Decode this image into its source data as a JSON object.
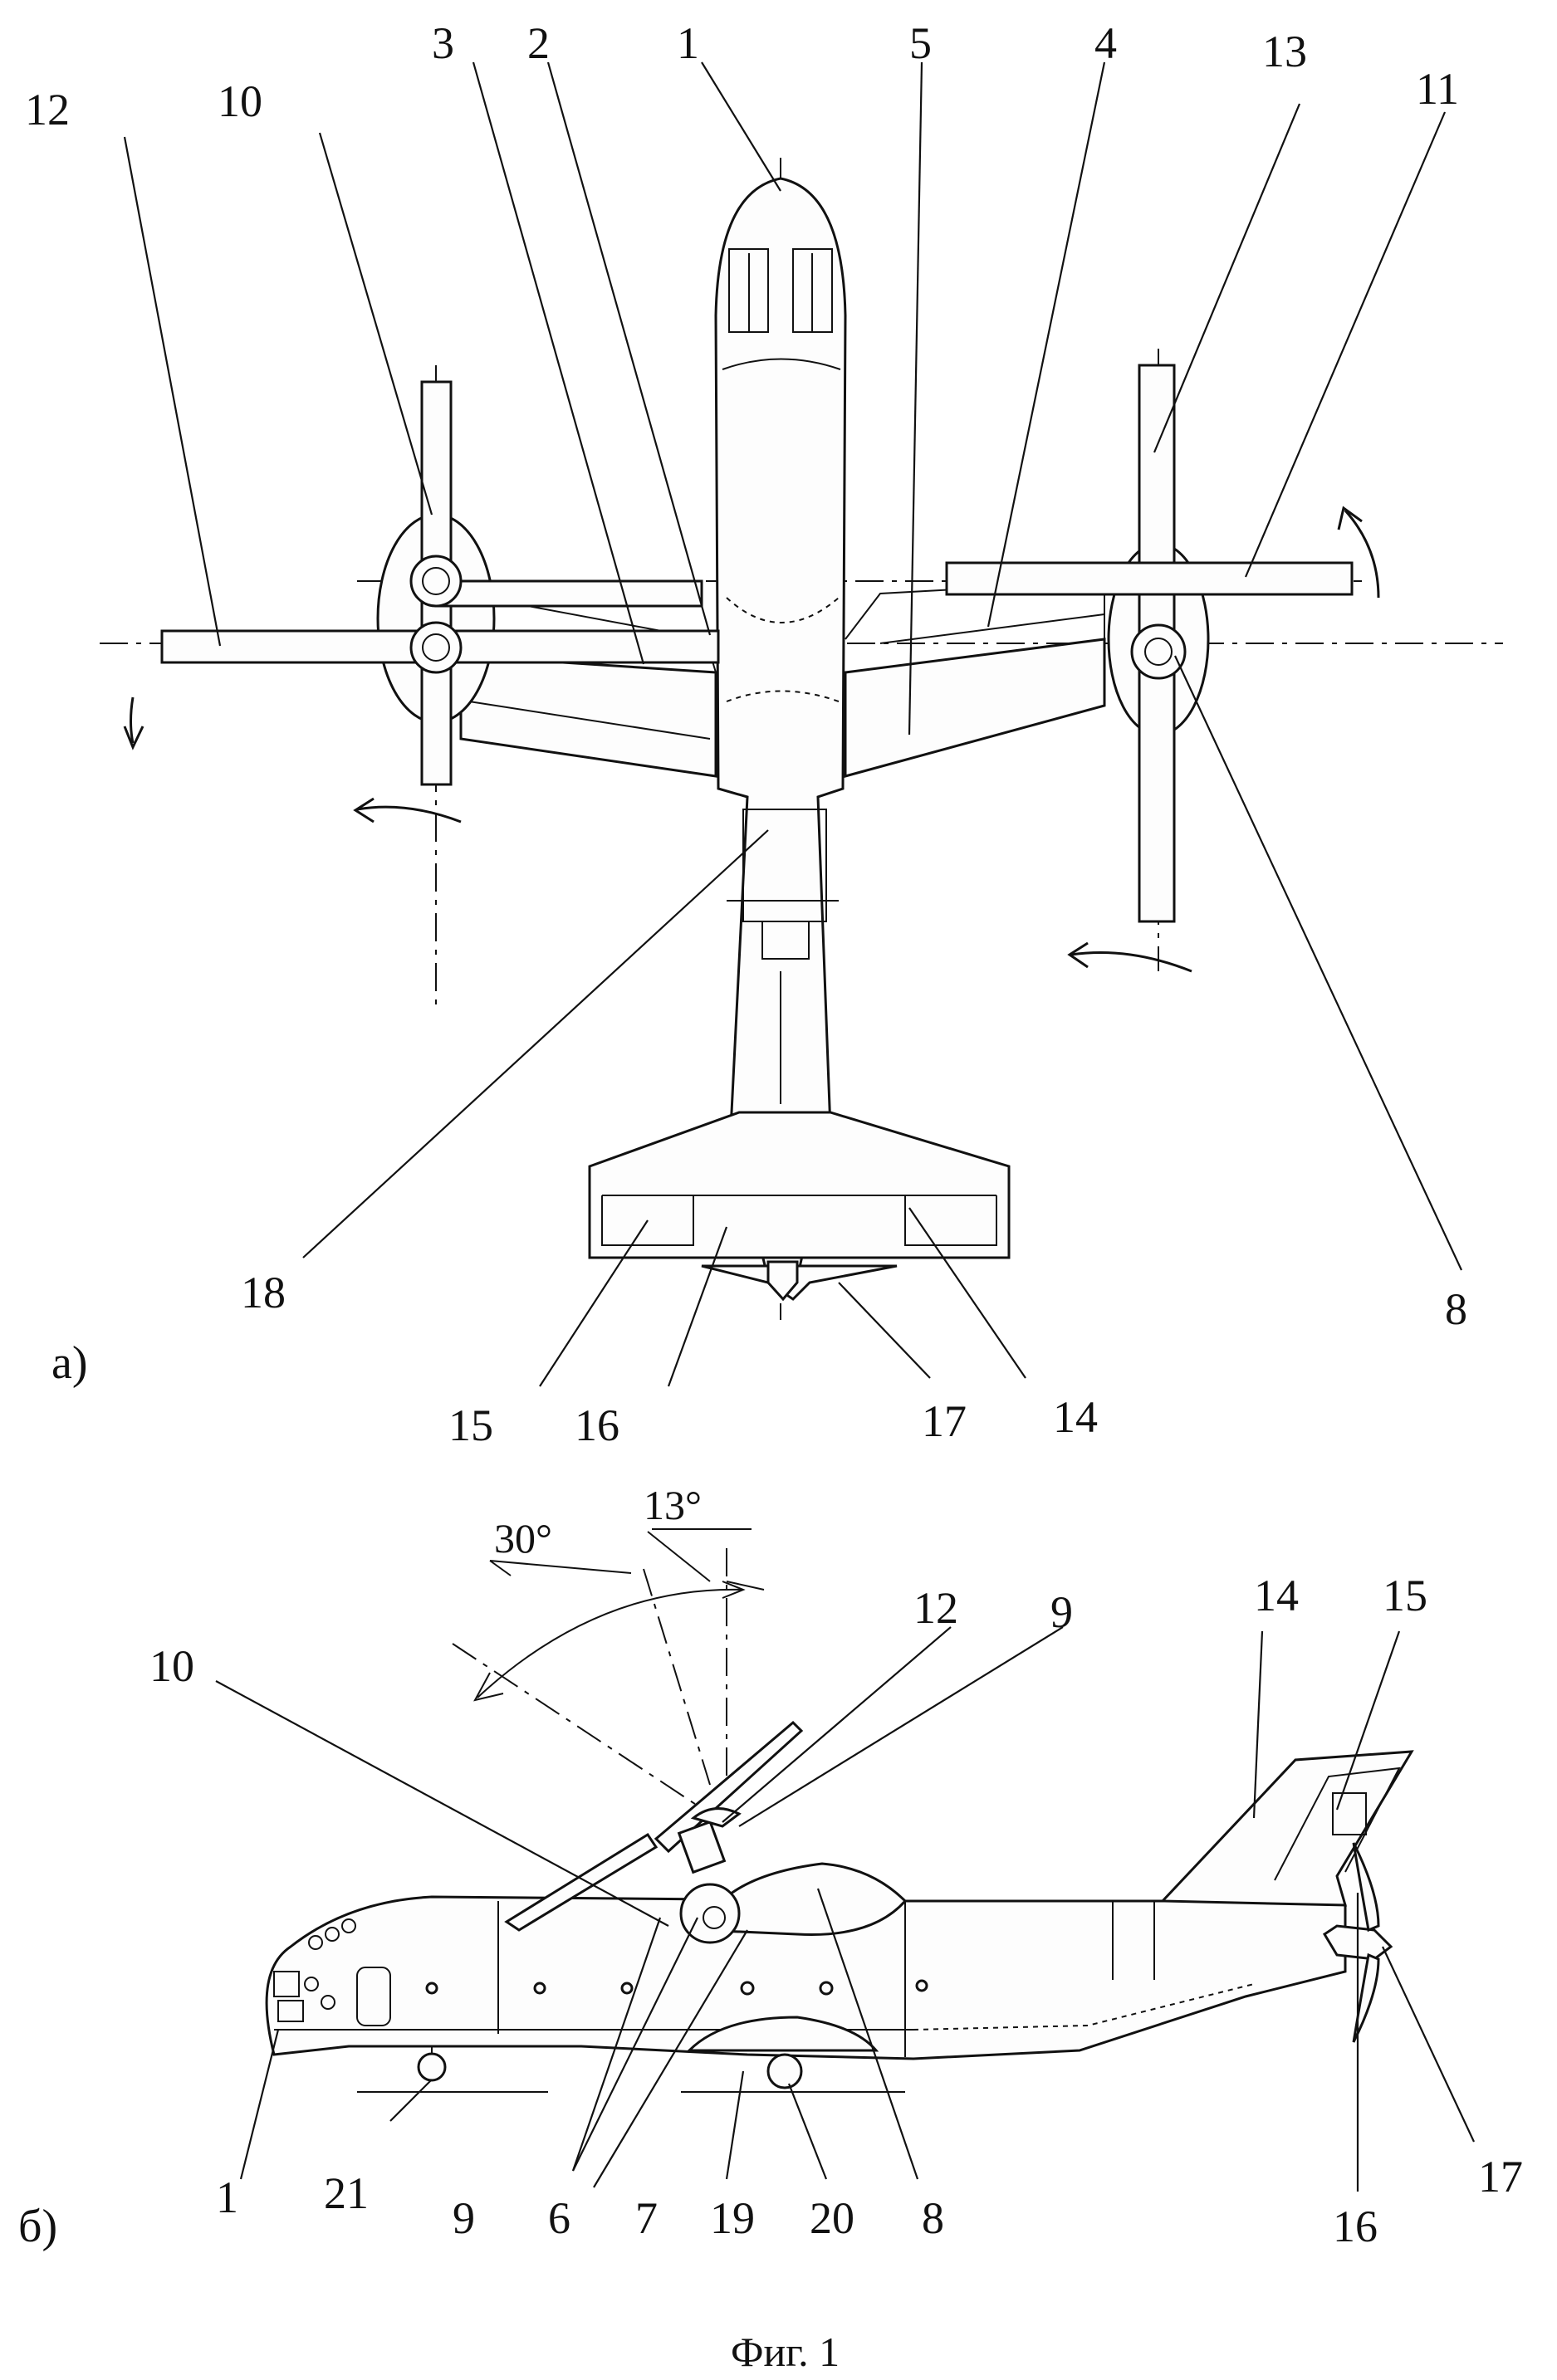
{
  "figure": {
    "caption": "Фиг. 1",
    "view_a": {
      "label": "а)",
      "callouts": [
        "1",
        "2",
        "3",
        "4",
        "5",
        "8",
        "10",
        "11",
        "12",
        "13",
        "14",
        "15",
        "16",
        "17",
        "18"
      ]
    },
    "view_b": {
      "label": "б)",
      "angle_1": "30°",
      "angle_2": "13°",
      "callouts": [
        "1",
        "6",
        "7",
        "8",
        "9",
        "9",
        "10",
        "12",
        "14",
        "15",
        "16",
        "17",
        "19",
        "20",
        "21"
      ]
    }
  }
}
